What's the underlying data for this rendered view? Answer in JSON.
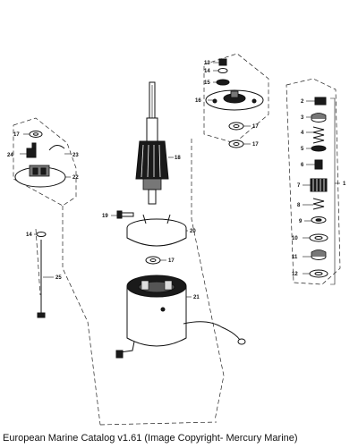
{
  "caption": "European Marine Catalog v1.61 (Image Copyright- Mercury Marine)",
  "callouts": {
    "p1": "1",
    "p2": "2",
    "p3": "3",
    "p4": "4",
    "p5": "5",
    "p6": "6",
    "p7": "7",
    "p8": "8",
    "p9": "9",
    "p10": "10",
    "p11": "11",
    "p12": "12",
    "p13": "13",
    "p14a": "14",
    "p14b": "14",
    "p15": "15",
    "p16": "16",
    "p17a": "17",
    "p17b": "17",
    "p17c": "17",
    "p17d": "17",
    "p18": "18",
    "p19": "19",
    "p20": "20",
    "p21": "21",
    "p22": "22",
    "p23": "23",
    "p24": "24",
    "p25": "25"
  }
}
